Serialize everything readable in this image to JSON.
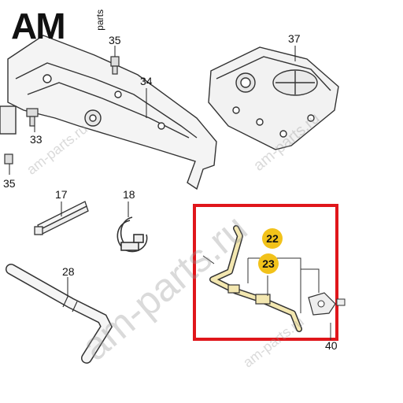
{
  "logo": {
    "main": "AM",
    "sub": "parts"
  },
  "callouts": {
    "c35a": "35",
    "c37": "37",
    "c34": "34",
    "c33": "33",
    "c35b": "35",
    "c17": "17",
    "c18": "18",
    "c28": "28",
    "c40": "40"
  },
  "badges": {
    "b22": "22",
    "b23": "23"
  },
  "watermarks": {
    "w1": "am-parts.ru",
    "w2": "am-parts.ru",
    "w3": "am-parts.ru",
    "w4": "am-parts.ru"
  },
  "colors": {
    "highlight_box": "#e0161b",
    "badge": "#f2c21a",
    "part_hose": "#f3e7b0",
    "line": "#222222"
  }
}
